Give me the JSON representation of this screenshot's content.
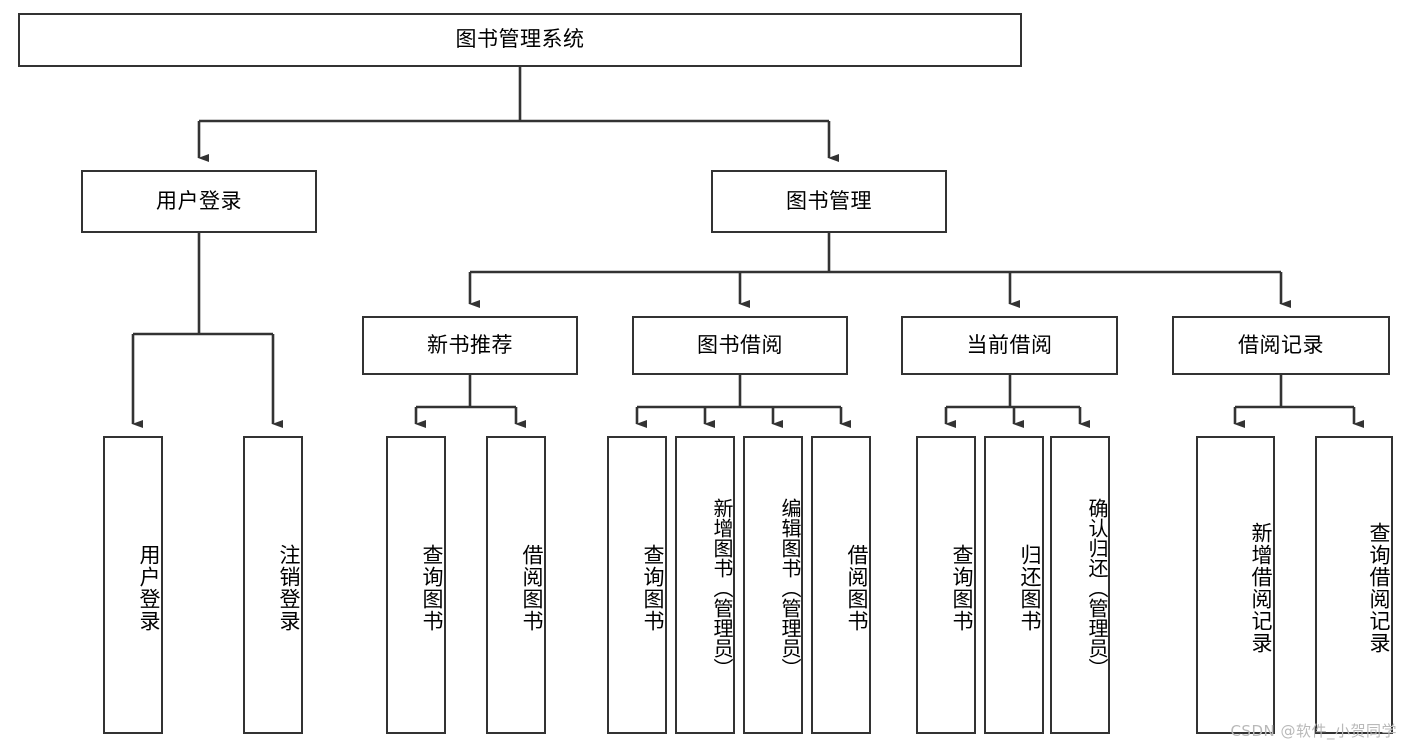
{
  "diagram": {
    "title": "图书管理系统",
    "type": "tree",
    "watermark": "CSDN @软件_小贺同学",
    "colors": {
      "stroke": "#333333",
      "fill": "#ffffff",
      "text": "#000000",
      "watermark": "#b9b9b9"
    },
    "nodes": {
      "root": "图书管理系统",
      "level2": {
        "user_login": "用户登录",
        "book_manage": "图书管理"
      },
      "level3": {
        "new_book_rec": "新书推荐",
        "book_borrow": "图书借阅",
        "current_borrow": "当前借阅",
        "borrow_record": "借阅记录"
      },
      "leaves": {
        "user_login_leaf": "用户登录",
        "logout_leaf": "注销登录",
        "rec_query_book": "查询图书",
        "rec_borrow_book": "借阅图书",
        "bb_query_book": "查询图书",
        "bb_add_book": "新增图书（管理员）",
        "bb_edit_book": "编辑图书（管理员）",
        "bb_borrow_book": "借阅图书",
        "cb_query_book": "查询图书",
        "cb_return_book": "归还图书",
        "cb_confirm_return": "确认归还（管理员）",
        "br_add_record": "新增借阅记录",
        "br_query_record": "查询借阅记录"
      }
    }
  }
}
